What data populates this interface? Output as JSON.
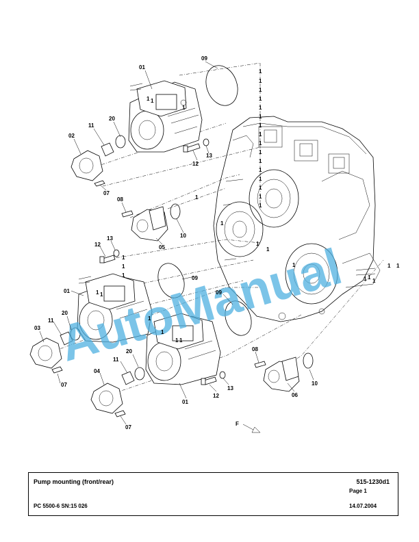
{
  "title_block": {
    "title": "Pump mounting (front/rear)",
    "document_number": "515-1230d1",
    "page": "Page 1",
    "model": "PC 5500-6 SN:15 026",
    "date": "14.07.2004"
  },
  "watermark": "AutoManual",
  "callouts": {
    "c01a": "01",
    "c09a": "09",
    "c20a": "20",
    "c11a": "11",
    "c02": "02",
    "c07a": "07",
    "c12a": "12",
    "c13a": "13",
    "c08a": "08",
    "c05": "05",
    "c10a": "10",
    "c12b": "12",
    "c13b": "13",
    "c09b": "09",
    "c01b": "01",
    "c11b": "11",
    "c20b": "20",
    "c03": "03",
    "c07b": "07",
    "c09c": "09",
    "c11c": "11",
    "c20c": "20",
    "c04": "04",
    "c07c": "07",
    "c01c": "01",
    "c12c": "12",
    "c13c": "13",
    "c08b": "08",
    "c06": "06",
    "c10b": "10",
    "one": "1"
  },
  "direction_marker": "F",
  "colors": {
    "line": "#000000",
    "watermark": "#4fb0e0",
    "background": "#ffffff"
  }
}
